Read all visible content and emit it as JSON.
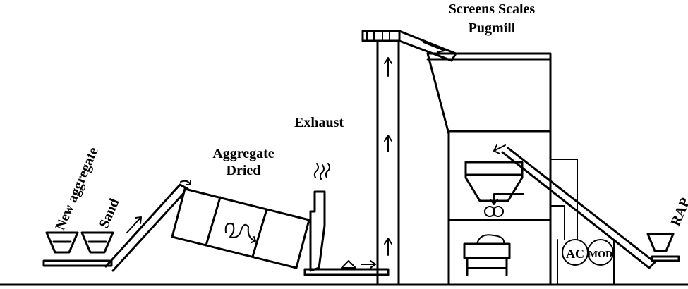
{
  "labels": {
    "new_aggregate": "New aggregate",
    "sand": "Sand",
    "aggregate_dried_line1": "Aggregate",
    "aggregate_dried_line2": "Dried",
    "exhaust": "Exhaust",
    "screens_scales": "Screens Scales",
    "pugmill": "Pugmill",
    "rap": "RAP",
    "ac": "AC",
    "mod": "MOD"
  },
  "colors": {
    "ink": "#000000",
    "background": "#ffffff"
  }
}
